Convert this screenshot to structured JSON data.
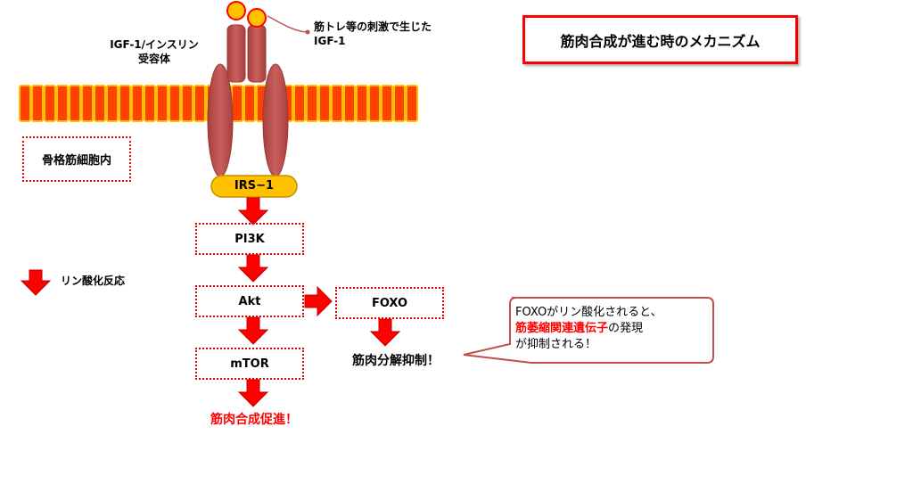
{
  "title": "筋肉合成が進む時のメカニズム",
  "receptor_label_line1": "IGF-1/インスリン",
  "receptor_label_line2": "受容体",
  "ligand_label_line1": "筋トレ等の刺激で生じた",
  "ligand_label_line2": "IGF-1",
  "cell_interior_label": "骨格筋細胞内",
  "legend_label": "リン酸化反応",
  "nodes": {
    "irs1": "IRS−1",
    "pi3k": "PI3K",
    "akt": "Akt",
    "mtor": "mTOR",
    "foxo": "FOXO"
  },
  "outcome_synthesis": "筋肉合成促進！",
  "outcome_degradation": "筋肉分解抑制！",
  "callout": {
    "line1": "FOXOがリン酸化されると、",
    "line2_highlight": "筋萎縮関連遺伝子",
    "line2_rest": "の発現",
    "line3": "が抑制される！"
  },
  "colors": {
    "membrane_fill": "#ff4000",
    "membrane_border": "#ffc000",
    "receptor": "#c0504d",
    "ligand": "#ffc000",
    "arrow": "#ff0000",
    "irs_fill": "#ffc000"
  }
}
